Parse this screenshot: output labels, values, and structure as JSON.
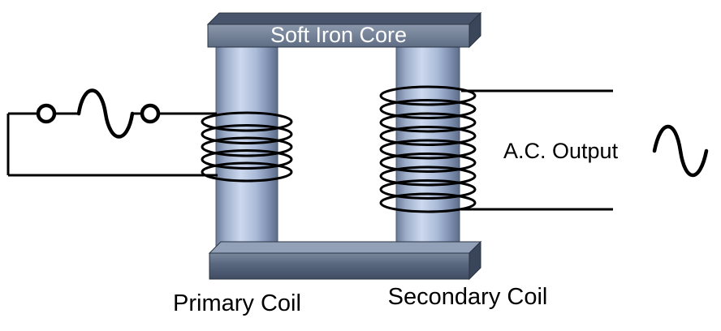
{
  "labels": {
    "core": "Soft Iron Core",
    "primary_coil": "Primary Coil",
    "secondary_coil": "Secondary Coil",
    "ac_output": "A.C. Output"
  },
  "coils": {
    "primary": {
      "turns": 5
    },
    "secondary": {
      "turns": 9
    }
  },
  "icons": {
    "ac_source": "sine-wave-icon",
    "ac_output": "sine-wave-icon",
    "terminals": "open-circle-terminal"
  },
  "colors": {
    "core_bar_front_top": "#8a97ab",
    "core_bar_front_bottom": "#5f6d84",
    "core_bar_top_face": "#47546b",
    "core_bar_side_face": "#3a4659",
    "bottom_bar_front_top": "#7a889e",
    "bottom_bar_front_bottom": "#3f4c63",
    "bottom_bar_top_face": "#93a1b8",
    "limb_light": "#ccd8ee",
    "limb_dark": "#5d6d8a",
    "wire": "#000000",
    "core_label_text": "#ffffff",
    "label_text": "#000000"
  }
}
